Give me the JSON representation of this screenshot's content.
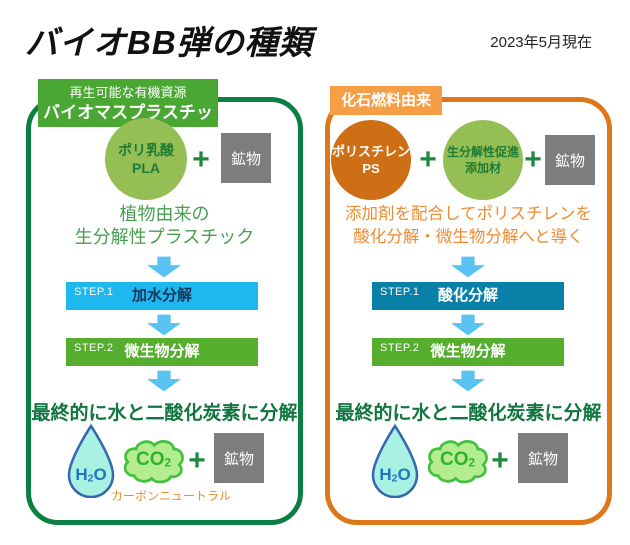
{
  "page": {
    "title": "バイオBB弾の種類",
    "date": "2023年5月現在"
  },
  "colors": {
    "left_border": "#0c8043",
    "left_tag_bg": "#4aa733",
    "pla_circle": "#95bf55",
    "right_border": "#e0761a",
    "right_tag_bg": "#f69e45",
    "ps_circle": "#cf6f15",
    "additive_circle": "#95bf55",
    "mineral_gray": "#7d7d7d",
    "step1_left_bar": "#1fb8ee",
    "step1_right_bar": "#0880a8",
    "step2_bar": "#55ae2d",
    "arrow_blue": "#58c3f2",
    "plus_green": "#1f8a3e",
    "drop_fill": "#a9f1e3",
    "drop_stroke": "#3767af",
    "h2o_text": "#1c77be",
    "cloud_fill": "#b6ec90",
    "cloud_stroke": "#3fc33b",
    "co2_text": "#2cb32c",
    "carbon_neutral_text": "#eb8d2f"
  },
  "left": {
    "tag_line1": "再生可能な有機資源",
    "tag_line2": "バイオマスプラスチック",
    "circle1_line1": "ポリ乳酸",
    "circle1_line2": "PLA",
    "plus1": "+",
    "mineral1": "鉱物",
    "desc_line1": "植物由来の",
    "desc_line2": "生分解性プラスチック",
    "step1_label": "STEP.1",
    "step1_name": "加水分解",
    "step2_label": "STEP.2",
    "step2_name": "微生物分解",
    "headline": "最終的に水と二酸化炭素に分解",
    "h2o_pre": "H",
    "h2o_sub": "2",
    "h2o_post": "O",
    "co2_pre": "CO",
    "co2_sub": "2",
    "plus2": "+",
    "mineral2": "鉱物",
    "caption": "カーボンニュートラル"
  },
  "right": {
    "tag": "化石燃料由来",
    "circle1_line1": "ポリスチレン",
    "circle1_line2": "PS",
    "plus1": "+",
    "circle2_line1": "生分解性促進",
    "circle2_line2": "添加材",
    "plus2": "+",
    "mineral1": "鉱物",
    "desc_line1": "添加剤を配合してポリスチレンを",
    "desc_line2": "酸化分解・微生物分解へと導く",
    "step1_label": "STEP.1",
    "step1_name": "酸化分解",
    "step2_label": "STEP.2",
    "step2_name": "微生物分解",
    "headline": "最終的に水と二酸化炭素に分解",
    "h2o_pre": "H",
    "h2o_sub": "2",
    "h2o_post": "O",
    "co2_pre": "CO",
    "co2_sub": "2",
    "plus3": "+",
    "mineral2": "鉱物"
  }
}
